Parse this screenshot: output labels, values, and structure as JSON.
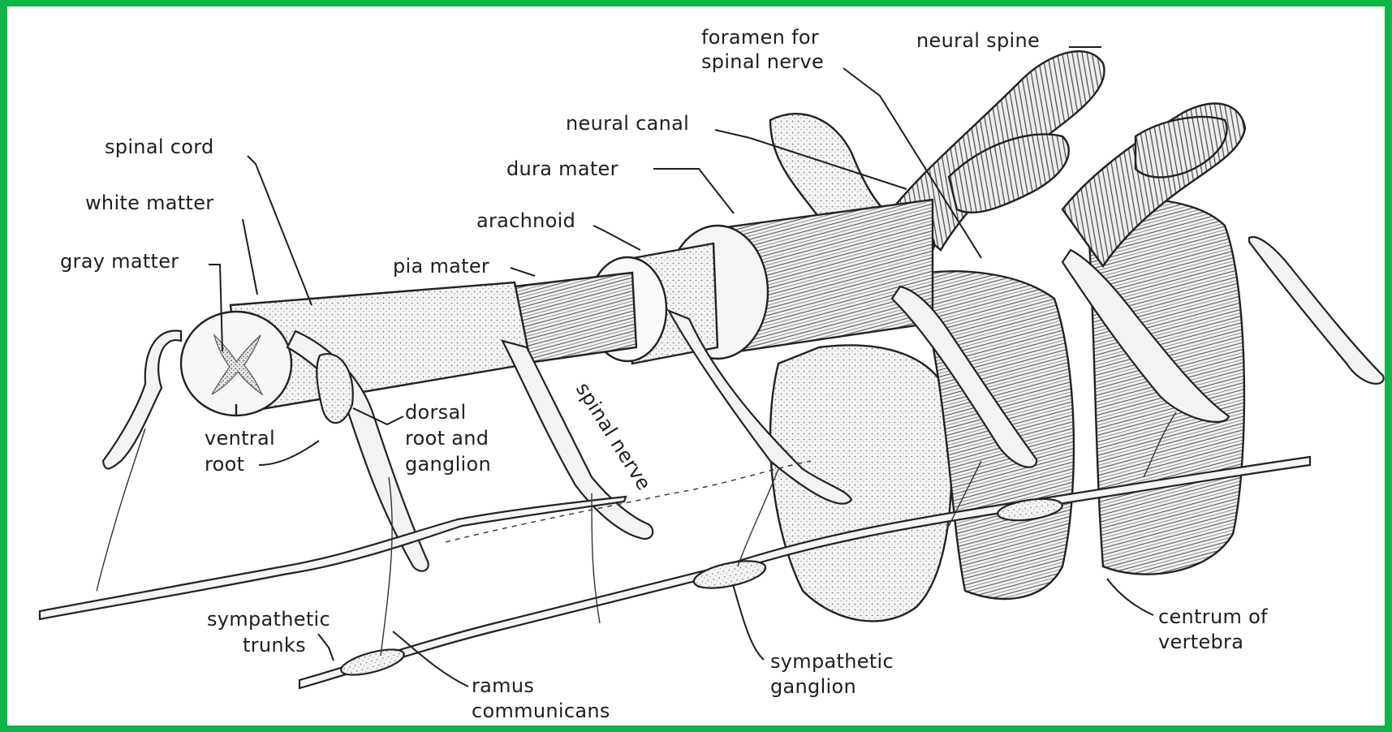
{
  "colors": {
    "border": "#0fb54a",
    "background": "#ffffff",
    "ink": "#1e1e1e"
  },
  "labels": {
    "foramen_line1": "foramen for",
    "foramen_line2": "spinal nerve",
    "neural_spine": "neural spine",
    "neural_canal": "neural canal",
    "spinal_cord": "spinal cord",
    "dura_mater": "dura mater",
    "white_matter": "white matter",
    "arachnoid": "arachnoid",
    "gray_matter": "gray matter",
    "pia_mater": "pia mater",
    "spinal_nerve": "spinal nerve",
    "dorsal_line1": "dorsal",
    "dorsal_line2": "root and",
    "dorsal_line3": "ganglion",
    "ventral_line1": "ventral",
    "ventral_line2": "root",
    "symp_trunks_line1": "sympathetic",
    "symp_trunks_line2": "trunks",
    "ramus_line1": "ramus",
    "ramus_line2": "communicans",
    "symp_ganglion_line1": "sympathetic",
    "symp_ganglion_line2": "ganglion",
    "centrum_line1": "centrum of",
    "centrum_line2": "vertebra"
  }
}
